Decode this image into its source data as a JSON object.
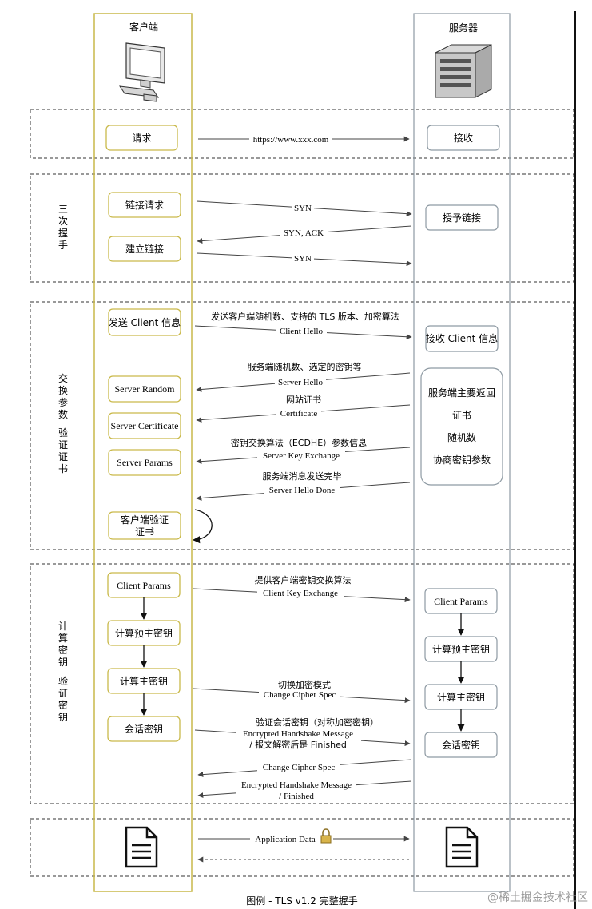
{
  "columns": {
    "client": {
      "title": "客户端"
    },
    "server": {
      "title": "服务器"
    }
  },
  "sections": {
    "s2": {
      "title": [
        "三",
        "次",
        "握",
        "手"
      ]
    },
    "s3": {
      "title_a": [
        "交",
        "换",
        "参",
        "数"
      ],
      "title_b": [
        "验",
        "证",
        "证",
        "书"
      ]
    },
    "s4": {
      "title_a": [
        "计",
        "算",
        "密",
        "钥"
      ],
      "title_b": [
        "验",
        "证",
        "密",
        "钥"
      ]
    }
  },
  "client_boxes": {
    "request": "请求",
    "link_request": "链接请求",
    "establish_link": "建立链接",
    "send_client_info": "发送 Client 信息",
    "server_random": "Server Random",
    "server_certificate": "Server Certificate",
    "server_params": "Server Params",
    "verify_cert": [
      "客户端验证",
      "证书"
    ],
    "client_params": "Client Params",
    "calc_premaster": "计算预主密钥",
    "calc_master": "计算主密钥",
    "session_key": "会话密钥"
  },
  "server_boxes": {
    "receive": "接收",
    "grant_link": "授予链接",
    "receive_client_info": "接收 Client 信息",
    "server_returns": [
      "服务端主要返回",
      "证书",
      "随机数",
      "协商密钥参数"
    ],
    "client_params": "Client Params",
    "calc_premaster": "计算预主密钥",
    "calc_master": "计算主密钥",
    "session_key": "会话密钥"
  },
  "arrows": {
    "https": "https://www.xxx.com",
    "syn1": "SYN",
    "synack": "SYN, ACK",
    "syn2": "SYN",
    "client_hello_cn": "发送客户端随机数、支持的 TLS 版本、加密算法",
    "client_hello": "Client Hello",
    "server_hello_cn": "服务端随机数、选定的密钥等",
    "server_hello": "Server Hello",
    "certificate_cn": "网站证书",
    "certificate": "Certificate",
    "ske_cn": "密钥交换算法（ECDHE）参数信息",
    "ske": "Server Key Exchange",
    "shd_cn": "服务端消息发送完毕",
    "shd": "Server Hello Done",
    "cke_cn": "提供客户端密钥交换算法",
    "cke": "Client Key Exchange",
    "ccs_cn": "切换加密模式",
    "ccs": "Change Cipher Spec",
    "ehm_cn": "验证会话密钥（对称加密密钥）",
    "ehm_1": "Encrypted Handshake Message",
    "ehm_2": "/ 报文解密后是 Finished",
    "ccs_back": "Change Cipher Spec",
    "ehm_back_1": "Encrypted Handshake Message",
    "ehm_back_2": "/ Finished",
    "app_data": "Application Data"
  },
  "caption": "图例 - TLS v1.2 完整握手",
  "watermark": "@稀土掘金技术社区",
  "icons": [
    "computer-icon",
    "server-icon",
    "document-icon",
    "lock-icon"
  ],
  "colors": {
    "client_column": "#c9b94a",
    "server_column": "#8e9aa3",
    "box_border": "#c9b94a",
    "server_box_border": "#8e9aa3",
    "line": "#555555"
  }
}
